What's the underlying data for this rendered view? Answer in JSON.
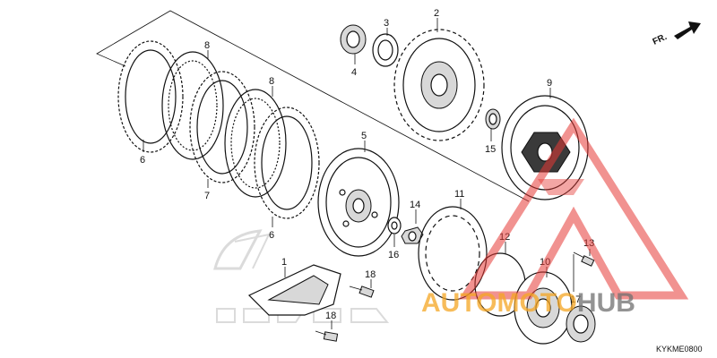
{
  "direction_label": "FR.",
  "diagram_code": "KYKME0800",
  "watermark": {
    "text_part1": "AUTO",
    "text_part2": "MOTO",
    "text_part3": "HUB",
    "color_red": "#e53935",
    "color_orange": "#f5a623",
    "color_gray": "#707070"
  },
  "callouts": [
    {
      "id": "c2",
      "label": "2"
    },
    {
      "id": "c3",
      "label": "3"
    },
    {
      "id": "c4",
      "label": "4"
    },
    {
      "id": "c5",
      "label": "5"
    },
    {
      "id": "c6a",
      "label": "6"
    },
    {
      "id": "c6b",
      "label": "6"
    },
    {
      "id": "c7",
      "label": "7"
    },
    {
      "id": "c8a",
      "label": "8"
    },
    {
      "id": "c8b",
      "label": "8"
    },
    {
      "id": "c9",
      "label": "9"
    },
    {
      "id": "c10",
      "label": "10"
    },
    {
      "id": "c11",
      "label": "11"
    },
    {
      "id": "c12",
      "label": "12"
    },
    {
      "id": "c13",
      "label": "13"
    },
    {
      "id": "c14",
      "label": "14"
    },
    {
      "id": "c15",
      "label": "15"
    },
    {
      "id": "c16",
      "label": "16"
    },
    {
      "id": "c17",
      "label": "17"
    },
    {
      "id": "c18a",
      "label": "18"
    },
    {
      "id": "c18b",
      "label": "18"
    },
    {
      "id": "c1",
      "label": "1"
    }
  ]
}
